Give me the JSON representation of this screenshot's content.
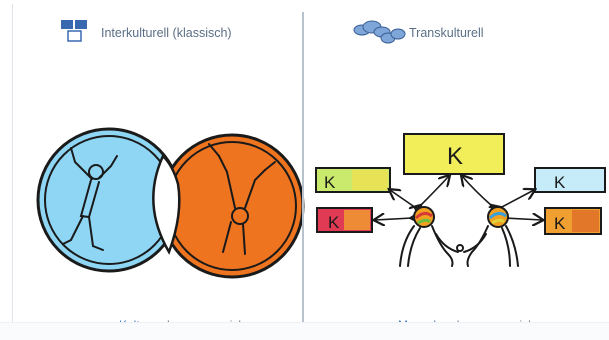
{
  "left": {
    "heading": "Interkulturell (klassisch)",
    "caption_highlight": "Kulturen",
    "caption_rest": " begegnen sich",
    "icon": "stacked-boxes-icon"
  },
  "right": {
    "heading": "Transkulturell",
    "caption_highlight": "Menschen",
    "caption_rest": " begegnen sich",
    "icon": "clouds-icon",
    "box_label": "K"
  },
  "colors": {
    "blue": "#8fd6f5",
    "orange": "#ee7420",
    "heading": "#5b6f86",
    "highlight": "#4a78b8"
  }
}
